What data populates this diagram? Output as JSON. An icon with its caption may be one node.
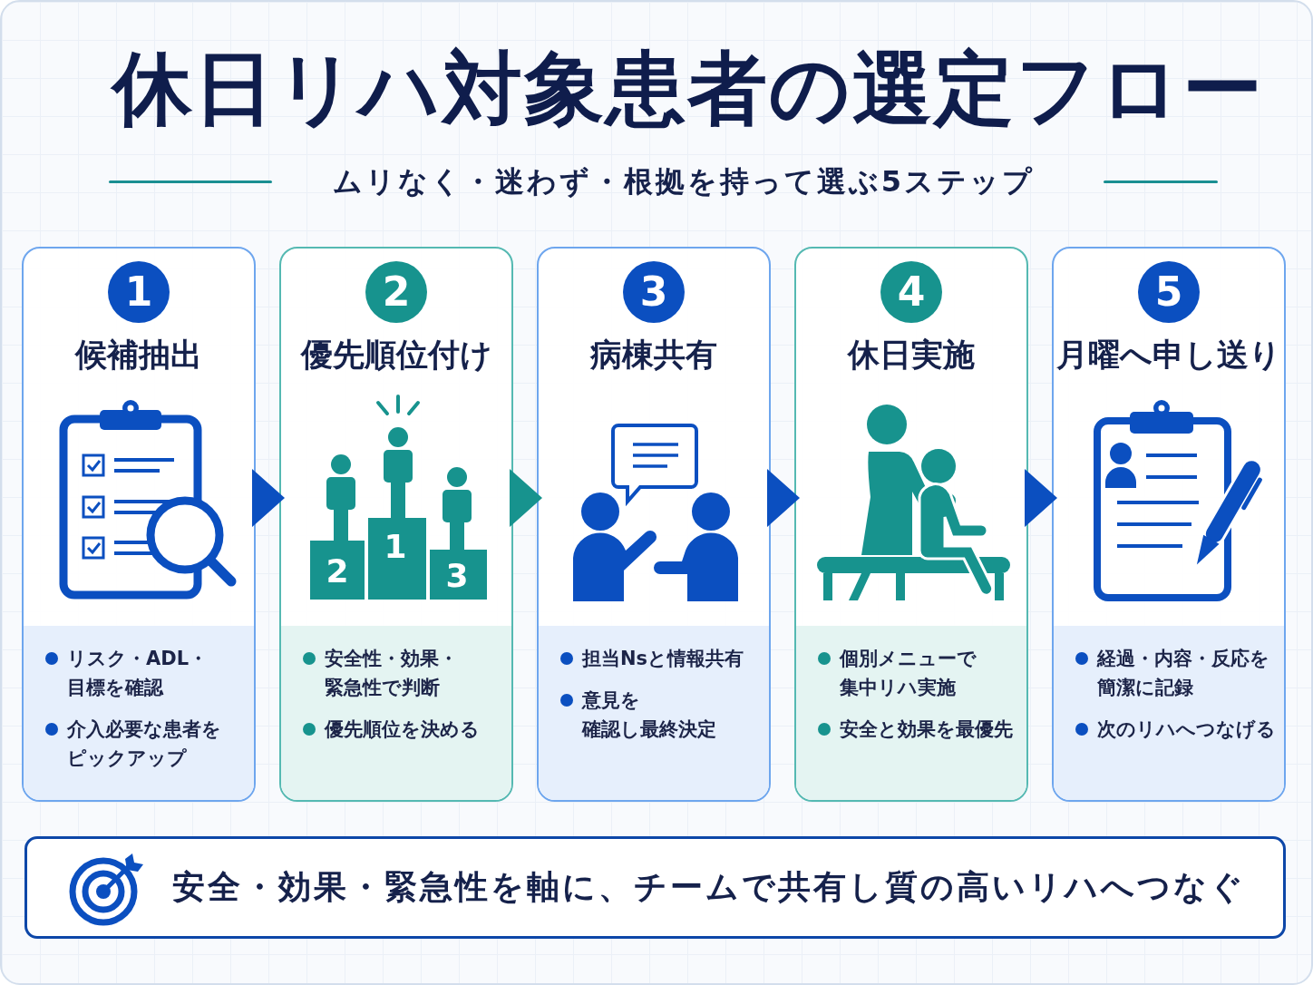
{
  "diagram": {
    "title": "休日リハ対象患者の選定フロー",
    "nodes": [
      {
        "text": [
          "候補抽出",
          "リスク・ADL・目標を確認",
          "介入必要な患者をピックアップ"
        ]
      },
      {
        "text": [
          "1"
        ],
        "in": 0
      },
      {
        "text": [
          "優先順位付け",
          "安全性・効果・緊急性で判断",
          "優先順位を決める"
        ]
      },
      {
        "text": [
          "2"
        ],
        "in": 2
      },
      {
        "text": [
          "病棟共有",
          "担当Nsと情報共有",
          "意見を確認し最終決定"
        ]
      },
      {
        "text": [
          "3"
        ],
        "in": 4
      },
      {
        "text": [
          "休日実施",
          "個別メニューで集中リハ実施",
          "安全と効果を最優先"
        ]
      },
      {
        "text": [
          "4"
        ],
        "in": 6
      },
      {
        "text": [
          "月曜へ申し送り",
          "経過・内容・反応を簡潔に記録",
          "次のリハへつなげる"
        ]
      },
      {
        "text": [
          "5"
        ],
        "in": 8
      },
      {
        "text": [
          "安全・効果・緊急性を軸に、チームで共有し質の高いリハへつなぐ"
        ]
      }
    ],
    "edges": [
      {
        "from": 0,
        "to": 2,
        "arrow": "to"
      },
      {
        "from": 2,
        "to": 4,
        "arrow": "to",
        "color": "#17938e"
      },
      {
        "from": 4,
        "to": 6,
        "arrow": "to"
      },
      {
        "from": 6,
        "to": 8,
        "arrow": "to"
      }
    ],
    "labels": [
      "ムリなく・迷わず・根拠を持って選ぶ5ステップ",
      "2",
      "1",
      "3"
    ]
  }
}
